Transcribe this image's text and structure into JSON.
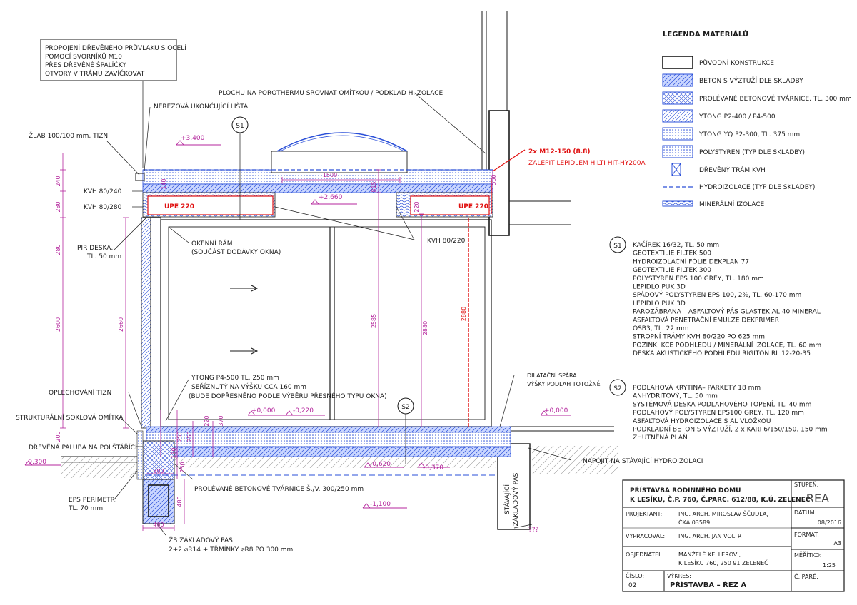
{
  "notes": {
    "connection": [
      "PROPOJENÍ DŘEVĚNÉHO PRŮVLAKU S OCELÍ",
      "POMOCÍ SVORNÍKŮ M10",
      "PŘES DŘEVĚNÉ ŠPALÍČKY",
      "OTVORY V TRÁMU ZAVÍČKOVAT"
    ],
    "finish_strip": "NEREZOVÁ UKONČUJÍCÍ LIŠTA",
    "gutter": "ŽLAB 100/100 mm, TIZN",
    "porotherm": "PLOCHU NA POROTHERMU SROVNAT OMÍTKOU / PODKLAD H.IZOLACE",
    "anchor_1": "2x M12-150 (8.8)",
    "anchor_2": "ZALEPIT LEPIDLEM HILTI HIT-HY200A",
    "kvh_240": "KVH 80/240",
    "kvh_280": "KVH 80/280",
    "pir": [
      "PIR DESKA,",
      "TL. 50 mm"
    ],
    "window_frame": [
      "OKENNÍ RÁM",
      "(SOUČÁST DODÁVKY OKNA)"
    ],
    "kvh_220": "KVH 80/220",
    "ytong": [
      "YTONG P4-500 TL. 250 mm",
      "SEŘÍZNUTÝ NA VÝŠKU CCA 160 mm",
      "(BUDE DOPŘESNĚNO PODLE VÝBĚRU PŘESNÉHO TYPU OKNA)"
    ],
    "flashing": "OPLECHOVÁNÍ TIZN",
    "plinth": "STRUKTURÁLNÍ SOKLOVÁ OMÍTKA",
    "decking": "DŘEVĚNÁ PALUBA NA POLŠTÁŘÍCH",
    "eps": [
      "EPS PERIMETR,",
      "TL. 70 mm"
    ],
    "blocks": "PROLÉVANÉ BETONOVÉ TVÁRNICE Š./V. 300/250 mm",
    "footing": [
      "ŽB ZÁKLADOVÝ PAS",
      "2+2 ⌀R14 + TŘMÍNKY ⌀R8 PO 300 mm"
    ],
    "joint": [
      "DILATAČNÍ SPÁRA",
      "VÝŠKY PODLAH TOTOŽNÉ"
    ],
    "connect_hi": "NAPOJIT NA STÁVAJÍCÍ HYDROIZOLACI",
    "existing_footing": [
      "STÁVAJÍCÍ",
      "ZÁKLADOVÝ PAS"
    ],
    "upe_left": "UPE 220",
    "upe_right": "UPE 220",
    "unknown": "???"
  },
  "levels": {
    "top": "+3,400",
    "lintel": "+2,660",
    "floor": "+0,000",
    "floor_right": "+0,000",
    "step": "-0,220",
    "outside": "-0,300",
    "slab": "-0,620",
    "slab_right": "-0,370",
    "footing": "-1,100"
  },
  "dims": {
    "d240": "240",
    "d280a": "280",
    "d280b": "280",
    "d2600": "2600",
    "d2660": "2660",
    "d200": "200",
    "d1500": "1500",
    "d815": "815",
    "d2585": "2585",
    "d2880": "2880",
    "d2880r": "2880",
    "d550": "550",
    "d220": "220",
    "d140": "140",
    "d370": "370",
    "d220b": "220",
    "d300": "300",
    "d400": "400",
    "d480": "480",
    "d250": "250",
    "d150": "150",
    "d250b": "250",
    "d3": "250"
  },
  "tags": {
    "s1": "S1",
    "s2": "S2"
  },
  "legend": {
    "title": "LEGENDA MATERIÁLŮ",
    "items": [
      "PŮVODNÍ KONSTRUKCE",
      "BETON S VÝZTUŽÍ DLE SKLADBY",
      "PROLÉVANÉ BETONOVÉ TVÁRNICE, TL. 300 mm",
      "YTONG P2-400 / P4-500",
      "YTONG YQ P2-300, TL. 375 mm",
      "POLYSTYREN (TYP DLE SKLADBY)",
      "DŘEVĚNÝ TRÁM KVH",
      "HYDROIZOLACE (TYP DLE SKLADBY)",
      "MINERÁLNÍ IZOLACE"
    ]
  },
  "s1": {
    "tag": "S1",
    "layers": [
      "KAČÍREK 16/32, TL. 50 mm",
      "GEOTEXTILIE FILTEK 500",
      "HYDROIZOLAČNÍ FÓLIE DEKPLAN 77",
      "GEOTEXTILIE FILTEK 300",
      "POLYSTYREN EPS 100 GREY, TL. 180 mm",
      "LEPIDLO PUK 3D",
      "SPÁDOVÝ POLYSTYREN EPS 100, 2%, TL. 60-170 mm",
      "LEPIDLO PUK 3D",
      "PAROZÁBRANA – ASFALTOVÝ PÁS GLASTEK AL 40 MINERAL",
      "ASFALTOVÁ PENETRAČNÍ EMULZE DEKPRIMER",
      "OSB3, TL. 22 mm",
      "STROPNÍ TRÁMY KVH 80/220 PO 625 mm",
      "POZINK. KCE PODHLEDU / MINERÁLNÍ IZOLACE, TL. 60 mm",
      "DESKA AKUSTICKÉHO PODHLEDU RIGITON RL 12-20-35"
    ]
  },
  "s2": {
    "tag": "S2",
    "layers": [
      "PODLAHOVÁ KRYTINA– PARKETY 18 mm",
      "ANHYDRITOVÝ, TL. 50 mm",
      "SYSTÉMOVÁ DESKA PODLAHOVÉHO TOPENÍ, TL. 40 mm",
      "PODLAHOVÝ POLYSTYREN EPS100 GREY, TL. 120 mm",
      "ASFALTOVÁ HYDROIZOLACE S AL VLOŽKOU",
      "PODKLADNÍ BETON S VÝZTUŽÍ, 2 x KARI 6/150/150. 150 mm",
      "ZHUTNĚNÁ PLÁŇ"
    ]
  },
  "titleblock": {
    "project_1": "PŘÍSTAVBA RODINNÉHO DOMU",
    "project_2": "K LESÍKU, Č.P. 760, Č.PARC. 612/88, K.Ú. ZELENEČ",
    "stage_label": "STUPEŇ:",
    "stage": "REA",
    "designer_label": "PROJEKTANT:",
    "designer_1": "ING. ARCH. MIROSLAV ŠČUDLA,",
    "designer_2": "ČKA 03589",
    "date_label": "DATUM:",
    "date": "08/2016",
    "drafted_label": "VYPRACOVAL:",
    "drafted": "ING. ARCH. JAN VOLTR",
    "format_label": "FORMÁT:",
    "format": "A3",
    "client_label": "OBJEDNATEL:",
    "client_1": "MANŽELÉ KELLEROVI,",
    "client_2": "K LESÍKU 760, 250 91 ZELENEČ",
    "scale_label": "MĚŘÍTKO:",
    "scale": "1:25",
    "number_label": "ČÍSLO:",
    "number": "02",
    "drawing_label": "VÝKRES:",
    "drawing": "PŘÍSTAVBA – ŘEZ A",
    "copy_label": "Č. PARÉ:"
  },
  "colors": {
    "line": "#1a1a1a",
    "magenta": "#b4249c",
    "blue": "#2a4fd8",
    "blue_fill": "#c9d6ff",
    "red": "#e01010",
    "gray": "#777777"
  }
}
